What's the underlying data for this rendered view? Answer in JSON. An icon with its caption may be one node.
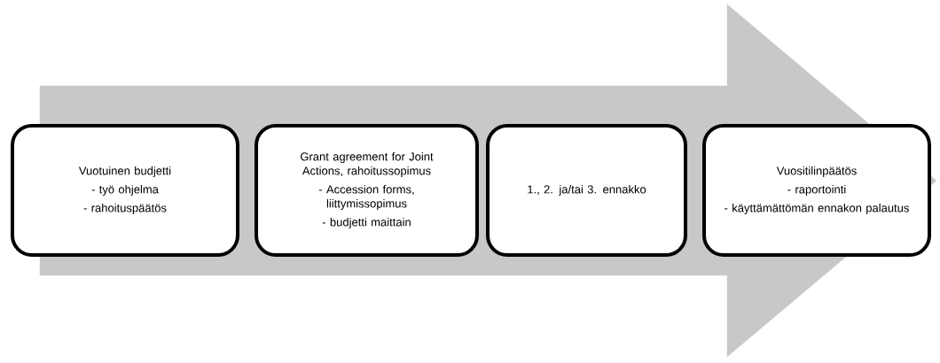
{
  "diagram": {
    "nodes": [
      {
        "text": [
          "Vuotuinen budjetti",
          "- työ ohjelma",
          "- rahoituspäätös"
        ]
      },
      {
        "text": [
          "Grant agreement for Joint Actions, rahoitussopimus",
          "- Accession forms, liittymissopimus",
          "- budjetti maittain"
        ]
      },
      {
        "text": [
          "1., 2. ja/tai 3. ennakko"
        ]
      },
      {
        "text": [
          "Vuositilinpäätös",
          "- raportointi",
          "- käyttämättömän ennakon palautus"
        ]
      }
    ],
    "edges": [
      {
        "from": 0,
        "to": 3,
        "arrow": "to"
      }
    ]
  }
}
